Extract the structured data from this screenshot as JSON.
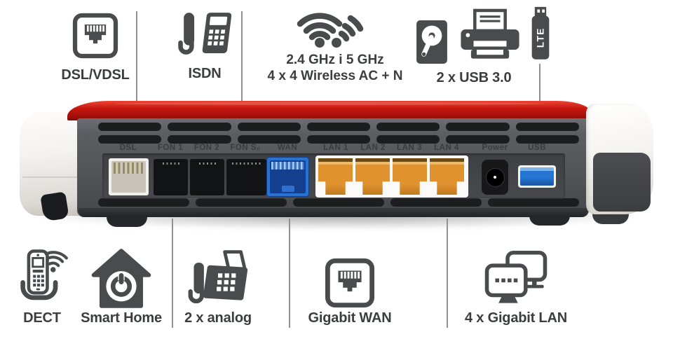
{
  "colors": {
    "icon_gray": "#4a4b4d",
    "label_text": "#3c3d3f",
    "router_red": "#c4160f",
    "wan_blue": "#2a72cf",
    "lan_orange": "#e0922f",
    "usb_blue": "#2576d2",
    "panel_gray": "#54565a",
    "divider_gray": "#919191"
  },
  "top_features": [
    {
      "icon": "rj45-port-icon",
      "label": "DSL/VDSL"
    },
    {
      "icon": "desk-phone-icon",
      "label": "ISDN"
    },
    {
      "icon": "dual-wifi-icon",
      "line1": "2.4 GHz i 5 GHz",
      "line2": "4 x 4 Wireless AC + N"
    },
    {
      "icons": [
        "hard-drive-icon",
        "printer-icon",
        "lte-usb-stick-icon"
      ],
      "label": "2 x USB 3.0",
      "lte_label": "LTE"
    }
  ],
  "router": {
    "port_labels": [
      "DSL",
      "FON 1",
      "FON 2",
      "FON S₀",
      "WAN",
      "LAN 1",
      "LAN 2",
      "LAN 3",
      "LAN 4",
      "Power",
      "USB"
    ]
  },
  "bottom_features": [
    {
      "icon": "dect-handset-icon",
      "label": "DECT"
    },
    {
      "icon": "smart-home-icon",
      "label": "Smart Home"
    },
    {
      "icon": "fax-phone-icon",
      "label": "2 x analog"
    },
    {
      "icon": "rj45-port-icon",
      "label": "Gigabit WAN"
    },
    {
      "icon": "dual-monitor-icon",
      "label": "4 x Gigabit LAN"
    }
  ]
}
